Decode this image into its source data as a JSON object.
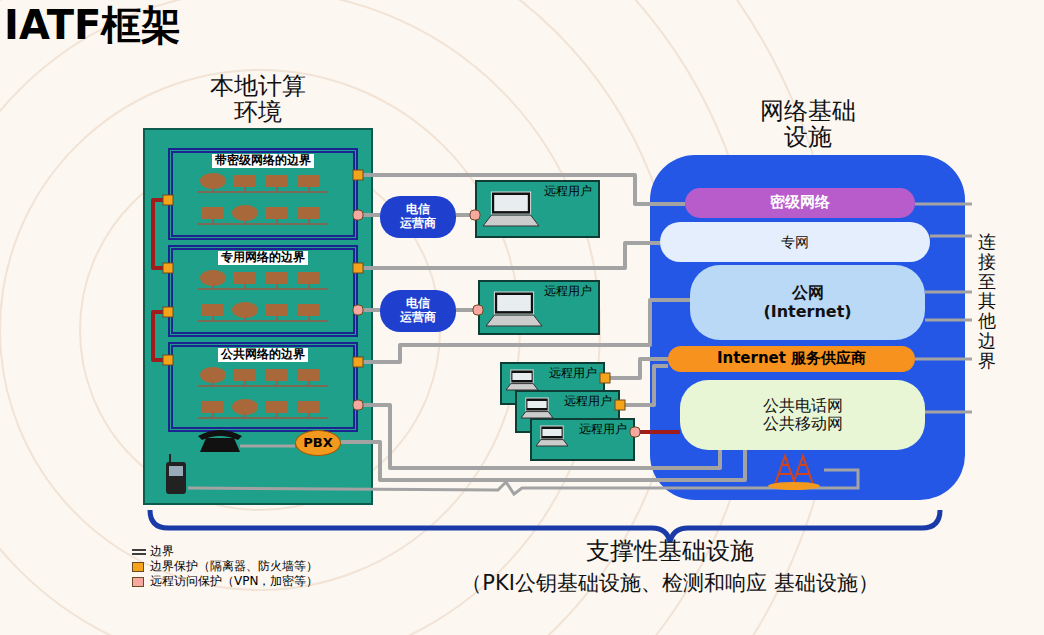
{
  "diagram": {
    "title": "IATF框架",
    "nodes": [
      {
        "text": [
          "本地计算 环境"
        ]
      },
      {
        "text": [
          "带密级网络的边界"
        ],
        "in": 0
      },
      {
        "text": [
          "专用网络的边界"
        ],
        "in": 0
      },
      {
        "text": [
          "公共网络的边界"
        ],
        "in": 0
      },
      {
        "text": [
          "PBX"
        ],
        "in": 0
      },
      {
        "text": [
          "电信 运营商"
        ]
      },
      {
        "text": [
          "远程用户"
        ]
      },
      {
        "text": [
          "电信 运营商"
        ]
      },
      {
        "text": [
          "远程用户"
        ]
      },
      {
        "text": [
          "远程用户"
        ]
      },
      {
        "text": [
          "远程用户"
        ]
      },
      {
        "text": [
          "远程用户"
        ]
      },
      {
        "text": [
          "网络基础 设施"
        ]
      },
      {
        "text": [
          "密级网络"
        ],
        "in": 12
      },
      {
        "text": [
          "专网"
        ],
        "in": 12
      },
      {
        "text": [
          "公网 (Internet)"
        ],
        "in": 12
      },
      {
        "text": [
          "Internet 服务供应商"
        ],
        "in": 12
      },
      {
        "text": [
          "公共电话网 公共移动网"
        ],
        "in": 12
      }
    ],
    "edges": [
      {
        "from": 1,
        "to": 13,
        "arrow": "none"
      },
      {
        "from": 1,
        "to": 5,
        "arrow": "none"
      },
      {
        "from": 5,
        "to": 6,
        "arrow": "none"
      },
      {
        "from": 2,
        "to": 14,
        "arrow": "none"
      },
      {
        "from": 2,
        "to": 7,
        "arrow": "none"
      },
      {
        "from": 7,
        "to": 8,
        "arrow": "none"
      },
      {
        "from": 3,
        "to": 15,
        "arrow": "none"
      },
      {
        "from": 3,
        "to": 17,
        "arrow": "none"
      },
      {
        "from": 4,
        "to": 17,
        "arrow": "none"
      },
      {
        "from": 9,
        "to": 16,
        "arrow": "none"
      },
      {
        "from": 10,
        "to": 16,
        "arrow": "none"
      },
      {
        "from": 11,
        "to": 17,
        "arrow": "none"
      },
      {
        "from": 1,
        "to": 2,
        "arrow": "none"
      },
      {
        "from": 2,
        "to": 3,
        "arrow": "none"
      }
    ],
    "labels": [
      "连接至其他边界",
      "支撑性基础设施",
      "（PKI公钥基础设施、检测和响应 基础设施）"
    ],
    "legend": [
      {
        "text": "边界"
      },
      {
        "text": "边界保护（隔离器、防火墙等）",
        "color": "#f5a31a"
      },
      {
        "text": "远程访问保护（VPN，加密等）",
        "color": "#f7a8a0"
      }
    ]
  }
}
